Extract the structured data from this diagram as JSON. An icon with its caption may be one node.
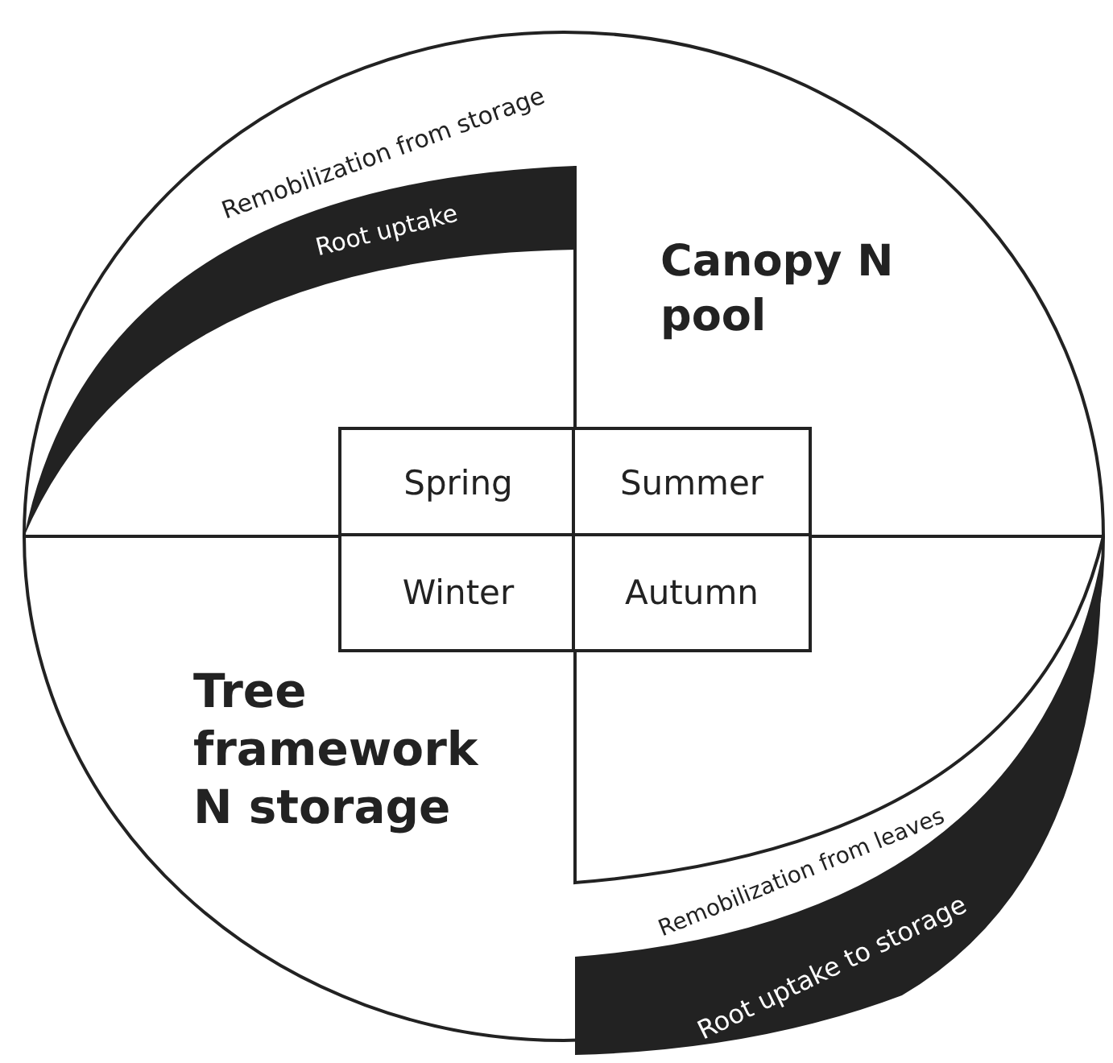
{
  "diagram": {
    "nodes": [
      {
        "text": [
          "Spring"
        ]
      },
      {
        "text": [
          "Summer"
        ]
      },
      {
        "text": [
          "Winter"
        ]
      },
      {
        "text": [
          "Autumn"
        ]
      }
    ],
    "labels": [
      "Remobilization from storage",
      "Root uptake",
      "Canopy N pool",
      "Tree framework N storage",
      "Remobilization from leaves",
      "Root uptake to storage"
    ]
  }
}
